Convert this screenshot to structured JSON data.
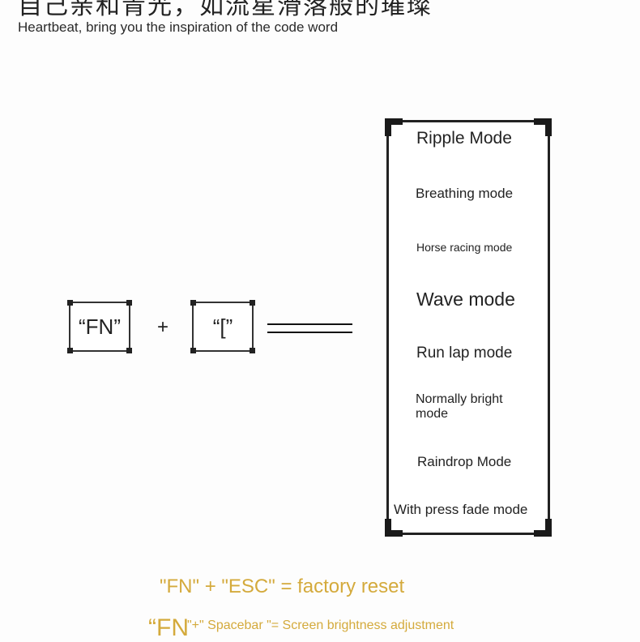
{
  "header": {
    "chinese_title": "自己亲和青光，如流星滑落般的璀璨",
    "subtitle": "Heartbeat, bring you the inspiration of the code word"
  },
  "combo": {
    "key1": "“FN”",
    "plus": "+",
    "key2": "“[”"
  },
  "modes": [
    "Ripple Mode",
    "Breathing mode",
    "Horse racing mode",
    "Wave mode",
    "Run lap mode",
    "Normally bright mode",
    "Raindrop Mode",
    "With press fade mode"
  ],
  "footer": {
    "factory_reset": "\"FN\" + \"ESC\" = factory reset",
    "brightness_prefix": "“FN",
    "brightness_rest": "\"+\" Spacebar \"= Screen brightness adjustment"
  },
  "colors": {
    "accent_gold": "#d4aa3c",
    "text_dark": "#222222"
  }
}
